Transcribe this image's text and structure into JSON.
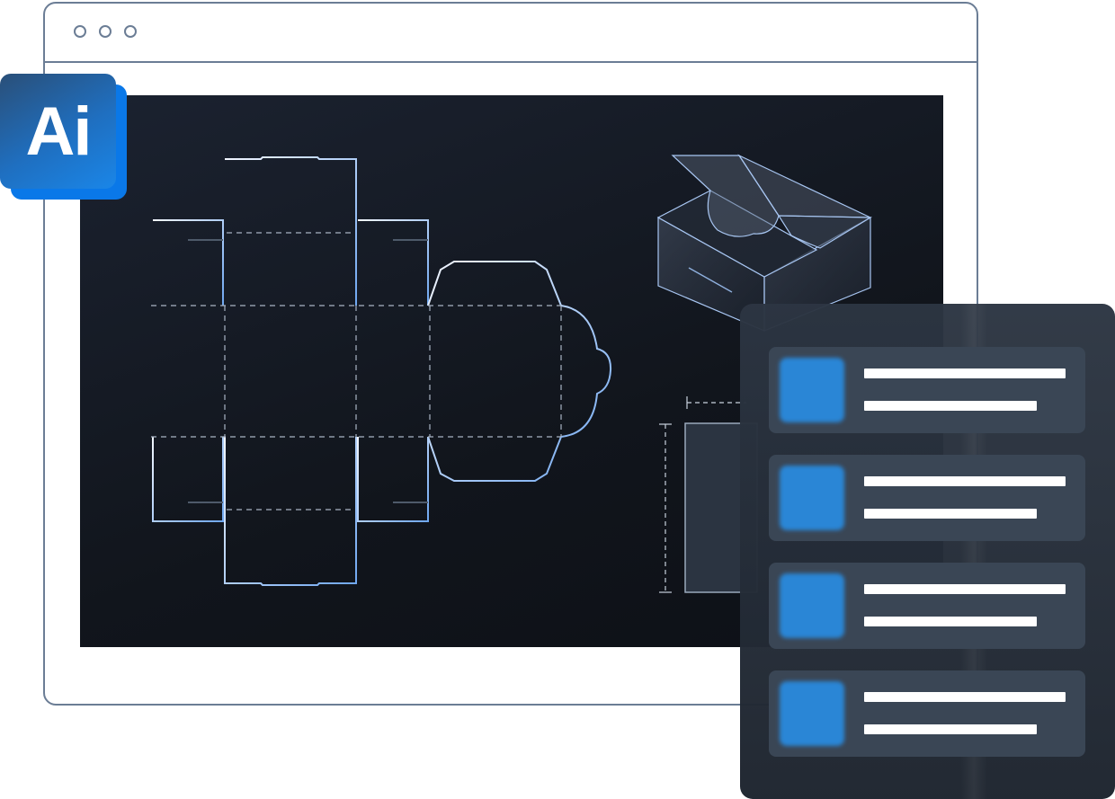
{
  "app": {
    "badge_text": "Ai",
    "window_controls": [
      "circle",
      "circle",
      "circle"
    ]
  },
  "layers_panel": {
    "items": [
      {
        "icon": "layer-thumbnail"
      },
      {
        "icon": "layer-thumbnail"
      },
      {
        "icon": "layer-thumbnail"
      },
      {
        "icon": "layer-thumbnail"
      }
    ]
  },
  "colors": {
    "canvas": "#11151c",
    "accent": "#1f8ae6",
    "dieline": "#9cc0f0",
    "panel": "#2a3340",
    "window_border": "#6b7d95"
  }
}
